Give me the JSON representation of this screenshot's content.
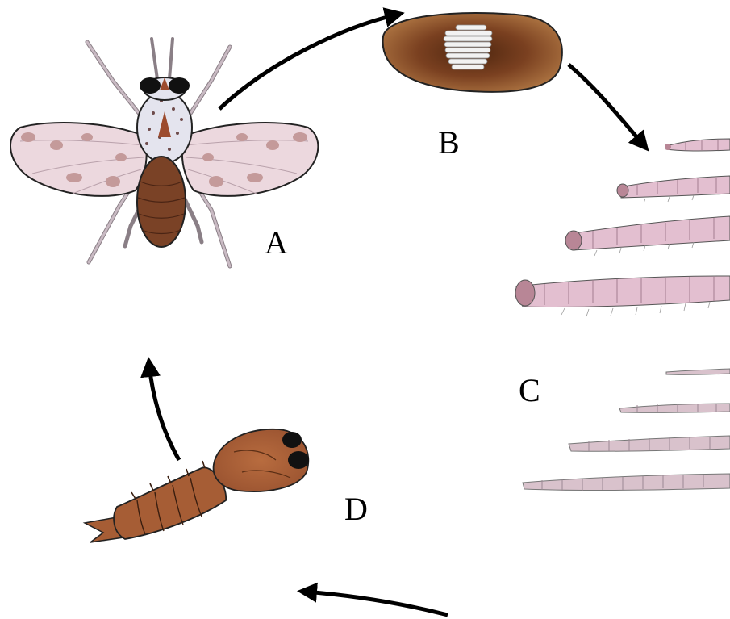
{
  "stages": {
    "a": {
      "label": "A",
      "depicts": "adult-fly"
    },
    "b": {
      "label": "B",
      "depicts": "egg-mass"
    },
    "c": {
      "label": "C",
      "depicts": "larvae"
    },
    "d": {
      "label": "D",
      "depicts": "pupa"
    }
  },
  "colors": {
    "arrow": "#000000",
    "wing": "#ecd8de",
    "wing_spot": "#c49a9a",
    "abdomen": "#7a4226",
    "thorax": "#e4e4ee",
    "egg_mass_center": "#5a2e12",
    "egg_mass_edge": "#a3663a",
    "larva_body": "#e3bfd0",
    "larva_head": "#b88696",
    "pupa_body": "#a65d35",
    "pupa_eye": "#111111"
  }
}
